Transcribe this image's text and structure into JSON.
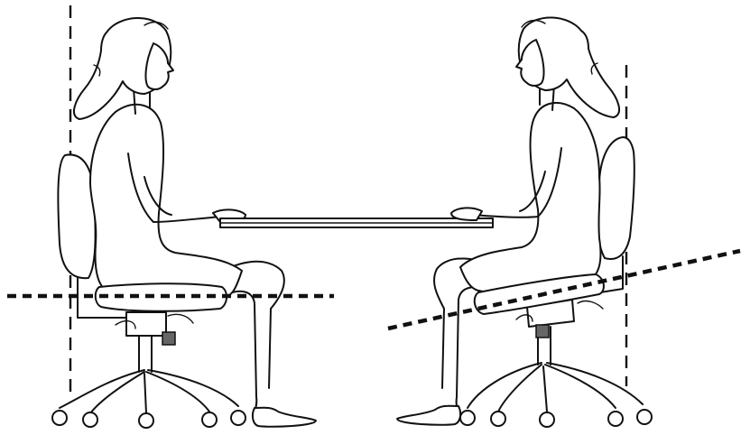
{
  "illustration": {
    "subjects": [
      {
        "side": "left",
        "seat_tilt": "horizontal"
      },
      {
        "side": "right",
        "seat_tilt": "forward"
      }
    ],
    "line_color": "#111111",
    "background": "#ffffff"
  }
}
